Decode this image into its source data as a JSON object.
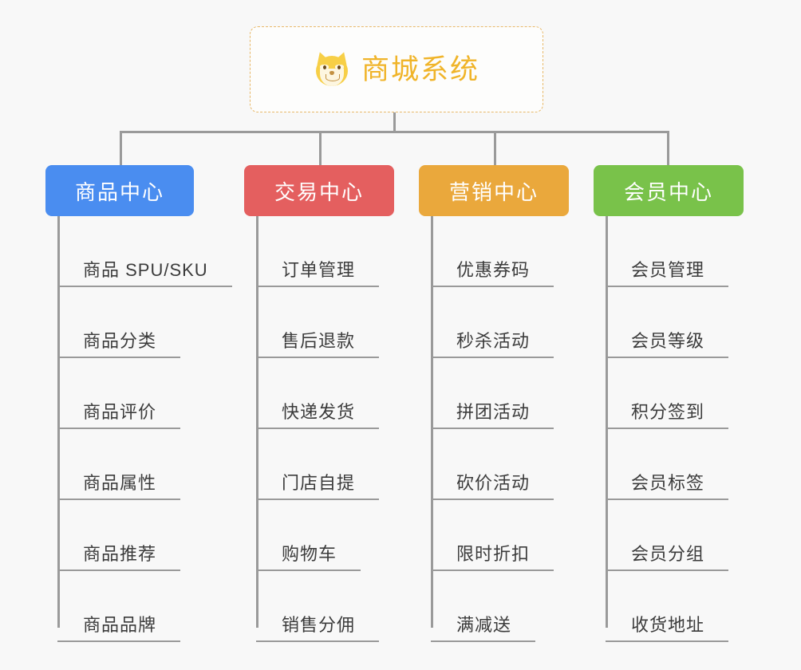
{
  "diagram": {
    "type": "org-tree",
    "background_color": "#f8f8f8",
    "connector_color": "#9a9a9a",
    "root": {
      "title": "商城系统",
      "icon": "shiba-dog-face",
      "text_color": "#f0b429",
      "border_color": "#e8b96a",
      "border_style": "dashed"
    },
    "columns": [
      {
        "header": "商品中心",
        "color": "#4a8df0",
        "items": [
          "商品 SPU/SKU",
          "商品分类",
          "商品评价",
          "商品属性",
          "商品推荐",
          "商品品牌"
        ]
      },
      {
        "header": "交易中心",
        "color": "#e45f5f",
        "items": [
          "订单管理",
          "售后退款",
          "快递发货",
          "门店自提",
          "购物车",
          "销售分佣"
        ]
      },
      {
        "header": "营销中心",
        "color": "#eaa83c",
        "items": [
          "优惠券码",
          "秒杀活动",
          "拼团活动",
          "砍价活动",
          "限时折扣",
          "满减送"
        ]
      },
      {
        "header": "会员中心",
        "color": "#79c24a",
        "items": [
          "会员管理",
          "会员等级",
          "积分签到",
          "会员标签",
          "会员分组",
          "收货地址"
        ]
      }
    ]
  }
}
